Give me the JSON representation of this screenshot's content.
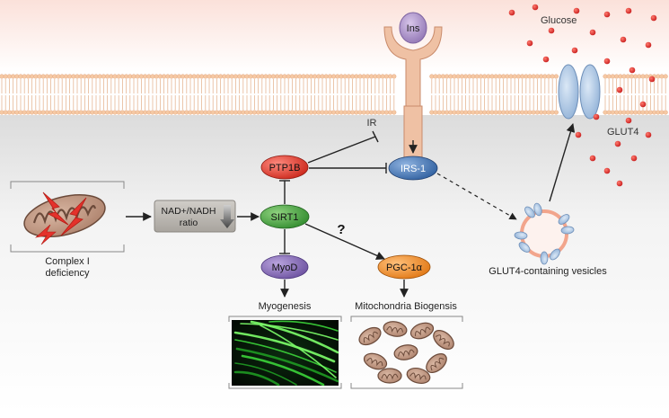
{
  "labels": {
    "ins": "Ins",
    "ir": "IR",
    "glucose": "Glucose",
    "glut4": "GLUT4",
    "glut4_vesicles": "GLUT4-containing vesicles",
    "ptp1b": "PTP1B",
    "irs1": "IRS-1",
    "sirt1": "SIRT1",
    "myod": "MyoD",
    "pgc1a": "PGC-1α",
    "nad_line1": "NAD+/NADH",
    "nad_line2": "ratio",
    "complex1_line1": "Complex I",
    "complex1_line2": "deficiency",
    "myogenesis": "Myogenesis",
    "mito_biogenesis": "Mitochondria Biogensis",
    "question": "?"
  },
  "colors": {
    "ptp1b": "#e0352b",
    "irs1": "#3a6fb0",
    "sirt1": "#3f9a3a",
    "myod": "#7d62b0",
    "pgc1a": "#f08a1f",
    "ins": "#a98dc4",
    "receptor": "#e8b89a",
    "glucose": "#d42a2a",
    "glut4": "#a9c4e4",
    "vesicle": "#f2a58c",
    "membrane_head": "#f6c9a4"
  },
  "icons": {
    "mitochondrion": "mitochondrion-icon",
    "lightning": "lightning-icon",
    "micrograph": "muscle-fiber-micrograph",
    "mito_group": "mitochondria-group-icon"
  }
}
